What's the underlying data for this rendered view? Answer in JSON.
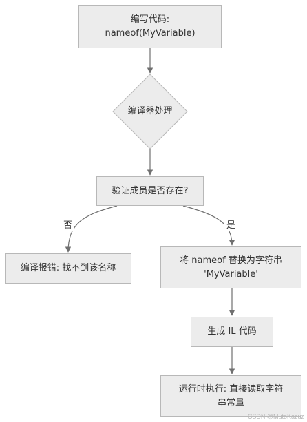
{
  "diagram": {
    "nodes": {
      "write_code": {
        "line1": "编写代码:",
        "line2": "nameof(MyVariable)"
      },
      "compiler": {
        "label": "编译器处理"
      },
      "verify": {
        "label": "验证成员是否存在?"
      },
      "error": {
        "label": "编译报错: 找不到该名称"
      },
      "replace": {
        "line1": "将 nameof 替换为字符串",
        "line2": "'MyVariable'"
      },
      "generate_il": {
        "label": "生成 IL 代码"
      },
      "runtime": {
        "line1": "运行时执行: 直接读取字符",
        "line2": "串常量"
      }
    },
    "edges": {
      "no_label": "否",
      "yes_label": "是"
    }
  },
  "watermark": "CSDN @MutoKazuz",
  "colors": {
    "node_fill": "#ececec",
    "node_border": "#b8b8b8",
    "edge": "#707070",
    "text": "#333333"
  }
}
